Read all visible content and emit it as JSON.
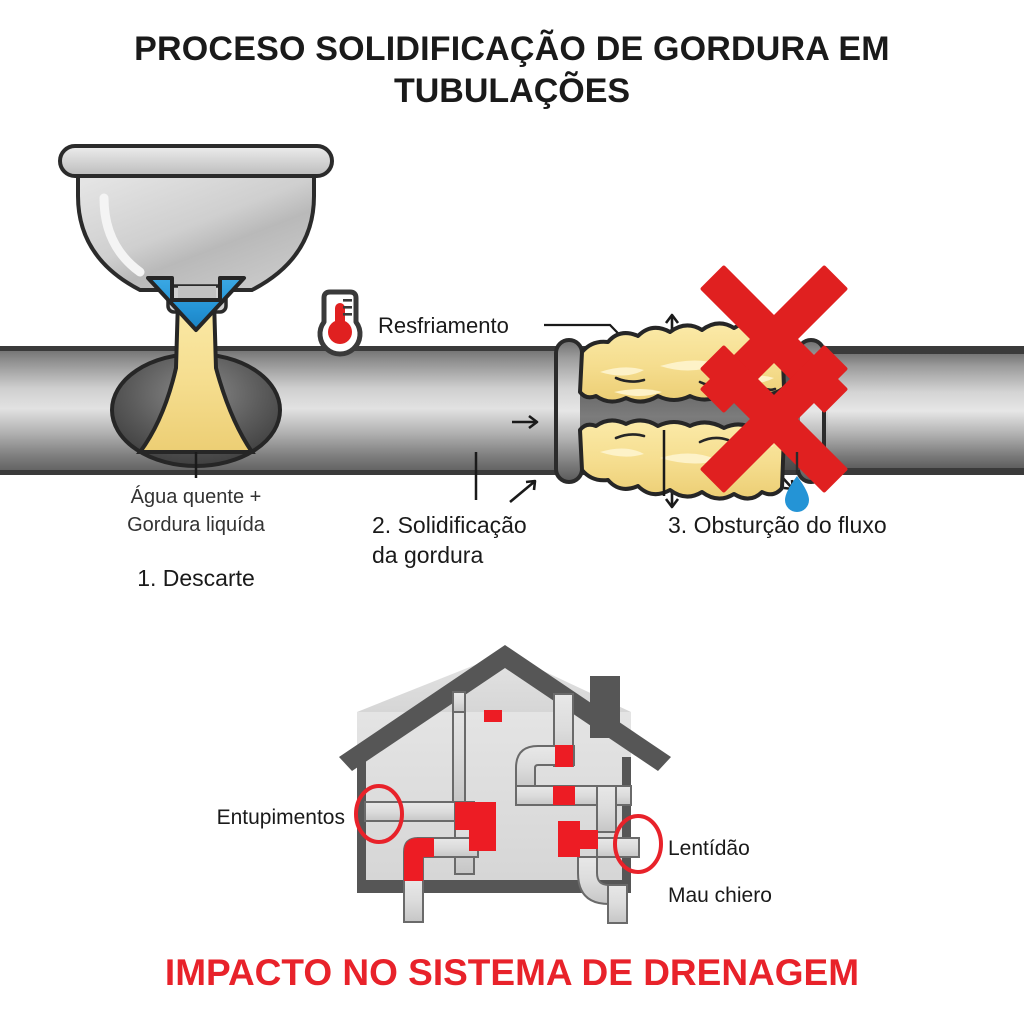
{
  "title": {
    "line1": "PROCESO SOLIDIFICAÇÃO DE GORDURA EM",
    "line2": "TUBULAÇÕES",
    "color": "#1a1a1a"
  },
  "footer": {
    "text": "IMPACTO NO SISTEMA DE DRENAGEM",
    "color": "#e8222a"
  },
  "process": {
    "step1": {
      "caption_line1": "Água quente +",
      "caption_line2": "Gordura liquída",
      "label": "1. Descarte"
    },
    "step2": {
      "label_line1": "2. Solidificação",
      "label_line2": "da gordura",
      "annotation": "Resfriamento",
      "icon": "thermometer-icon"
    },
    "step3": {
      "label": "3. Obsturção do fluxo",
      "marker": "red-x-icon",
      "drip": "water-drop-icon"
    }
  },
  "house": {
    "callout_left": "Entupimentos",
    "callout_right_1": "Lentídão",
    "callout_right_2": "Mau chiero"
  },
  "colors": {
    "grease": "#f5dd8e",
    "grease_light": "#fdf2c8",
    "outline": "#262626",
    "pipe_light": "#d9d9d9",
    "pipe_mid": "#9a9a9a",
    "pipe_dark": "#4f4f4f",
    "water_blue": "#2494d6",
    "alert_red": "#e02020",
    "house_wall": "#dedede",
    "house_frame": "#565656",
    "blockage_red": "#ed1c24"
  }
}
